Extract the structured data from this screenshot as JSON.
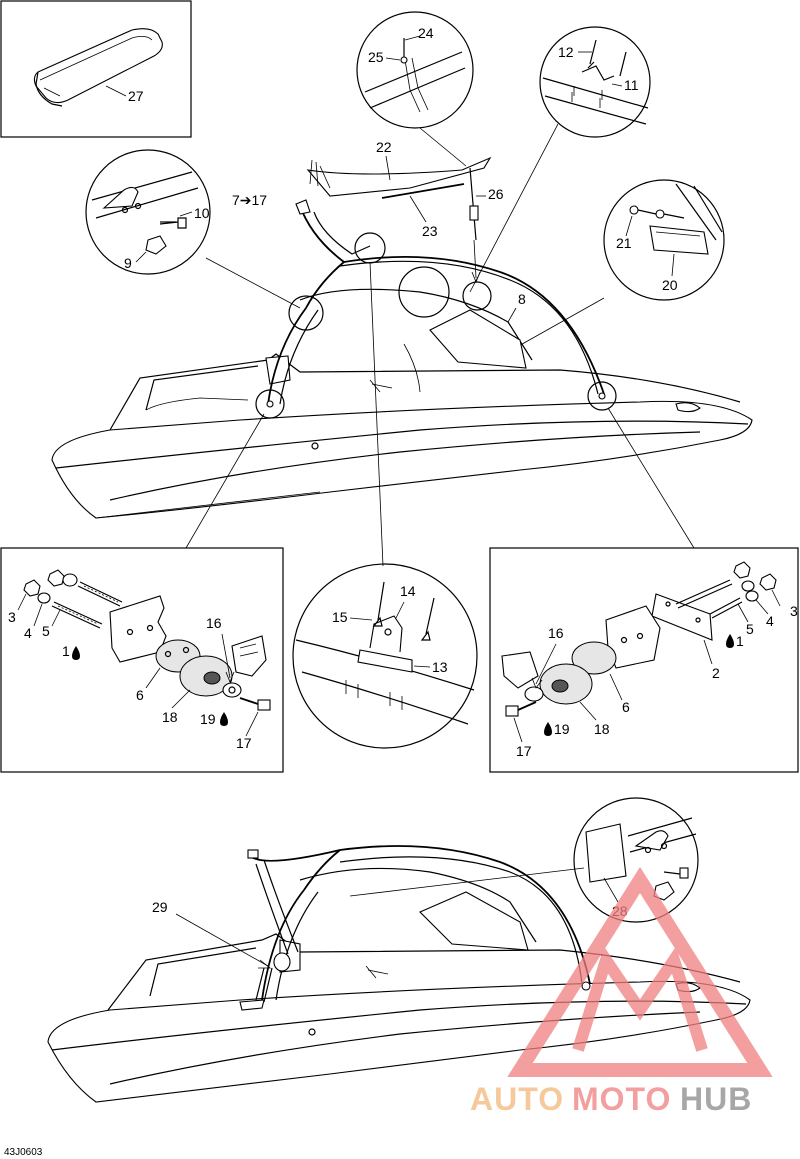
{
  "diagram_code": "43J0603",
  "callouts": {
    "c1": "1",
    "c2": "2",
    "c3": "3",
    "c4": "4",
    "c5": "5",
    "c6": "6",
    "c7to17": "7➔17",
    "c8": "8",
    "c9": "9",
    "c10": "10",
    "c11": "11",
    "c12": "12",
    "c13": "13",
    "c14": "14",
    "c15": "15",
    "c16": "16",
    "c17": "17",
    "c18": "18",
    "c19": "19",
    "c20": "20",
    "c21": "21",
    "c22": "22",
    "c23": "23",
    "c24": "24",
    "c25": "25",
    "c26": "26",
    "c27": "27",
    "c28": "28",
    "c29": "29"
  },
  "watermark": {
    "part1": "AUTO",
    "part2": "MOTO",
    "part3": "HUB",
    "color_orange": "#f2b87a",
    "color_red": "#f08080",
    "color_gray": "#8a8a8a",
    "logo_name": "triangle-m-logo"
  },
  "icons": {
    "sealant_drop": "drop-icon"
  }
}
